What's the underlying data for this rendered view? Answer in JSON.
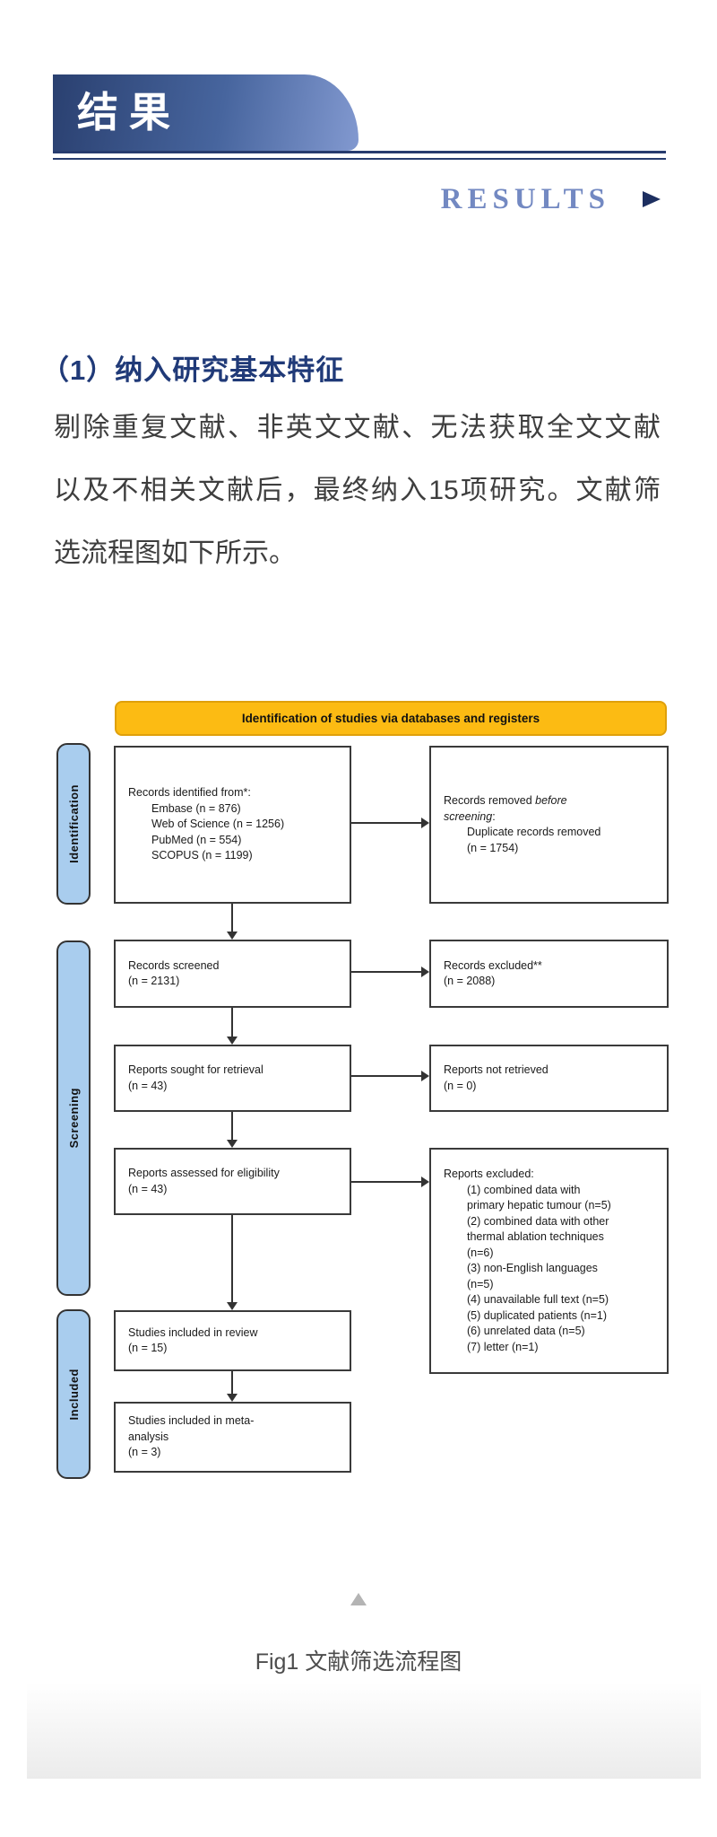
{
  "header": {
    "ribbon_label": "结果",
    "results_title": "RESULTS"
  },
  "section": {
    "heading": "（1）纳入研究基本特征",
    "paragraph_lines": [
      "剔除重复文献、非英文文献、无法获取全文文献",
      "以及不相关文献后，最终纳入15项研究。文献筛",
      "选流程图如下所示。"
    ]
  },
  "figure": {
    "caption": "Fig1 文献筛选流程图"
  },
  "colors": {
    "ribbon_gradient_start": "#2a4070",
    "ribbon_gradient_end": "#8299d0",
    "results_blue": "#7389c2",
    "heading_navy": "#203a78",
    "flow_banner_orange": "#fcbb13",
    "stage_bar_blue": "#a9cdee",
    "box_border": "#3a3a3a"
  },
  "flowchart": {
    "banner": "Identification of studies via databases and registers",
    "stages": [
      {
        "label": "Identification"
      },
      {
        "label": "Screening"
      },
      {
        "label": "Included"
      }
    ],
    "left_boxes": [
      {
        "name": "records-identified",
        "lines": [
          {
            "t": "Records identified from*:"
          },
          {
            "ind": 1,
            "t": "Embase (n = 876)"
          },
          {
            "ind": 1,
            "t": "Web of Science (n = 1256)"
          },
          {
            "ind": 1,
            "t": "PubMed (n = 554)"
          },
          {
            "ind": 1,
            "t": "SCOPUS (n = 1199)"
          }
        ]
      },
      {
        "name": "records-screened",
        "lines": [
          {
            "t": "Records screened"
          },
          {
            "t": "(n = 2131)"
          }
        ]
      },
      {
        "name": "reports-sought",
        "lines": [
          {
            "t": "Reports sought for retrieval"
          },
          {
            "t": "(n = 43)"
          }
        ]
      },
      {
        "name": "reports-assessed",
        "lines": [
          {
            "t": "Reports assessed for eligibility"
          },
          {
            "t": "(n = 43)"
          }
        ]
      },
      {
        "name": "studies-in-review",
        "lines": [
          {
            "t": "Studies included in review"
          },
          {
            "t": "(n = 15)"
          }
        ]
      },
      {
        "name": "studies-in-meta",
        "lines": [
          {
            "t": "Studies included in meta-"
          },
          {
            "t": "analysis"
          },
          {
            "t": "(n = 3)"
          }
        ]
      }
    ],
    "right_boxes": [
      {
        "name": "records-removed",
        "lines": [
          {
            "seg": [
              [
                "Records removed ",
                0
              ],
              [
                "before",
                1
              ]
            ]
          },
          {
            "seg": [
              [
                "screening",
                1
              ],
              [
                ":",
                0
              ]
            ]
          },
          {
            "ind": 1,
            "t": "Duplicate records removed"
          },
          {
            "ind": 1,
            "t": "(n = 1754)"
          }
        ]
      },
      {
        "name": "records-excluded",
        "lines": [
          {
            "t": "Records excluded**"
          },
          {
            "t": "(n = 2088)"
          }
        ]
      },
      {
        "name": "reports-not-retrieved",
        "lines": [
          {
            "t": "Reports not retrieved"
          },
          {
            "t": "(n = 0)"
          }
        ]
      },
      {
        "name": "reports-excluded",
        "lines": [
          {
            "t": "Reports excluded:"
          },
          {
            "ind": 1,
            "t": "(1) combined data with"
          },
          {
            "ind": 1,
            "t": "primary hepatic tumour (n=5)"
          },
          {
            "ind": 1,
            "t": "(2) combined data with other"
          },
          {
            "ind": 1,
            "t": "thermal ablation techniques"
          },
          {
            "ind": 1,
            "t": "(n=6)"
          },
          {
            "ind": 1,
            "t": "(3) non-English languages"
          },
          {
            "ind": 1,
            "t": "(n=5)"
          },
          {
            "ind": 1,
            "t": "(4) unavailable full text (n=5)"
          },
          {
            "ind": 1,
            "t": "(5) duplicated patients (n=1)"
          },
          {
            "ind": 1,
            "t": "(6) unrelated data (n=5)"
          },
          {
            "ind": 1,
            "t": "(7) letter (n=1)"
          }
        ]
      }
    ]
  }
}
